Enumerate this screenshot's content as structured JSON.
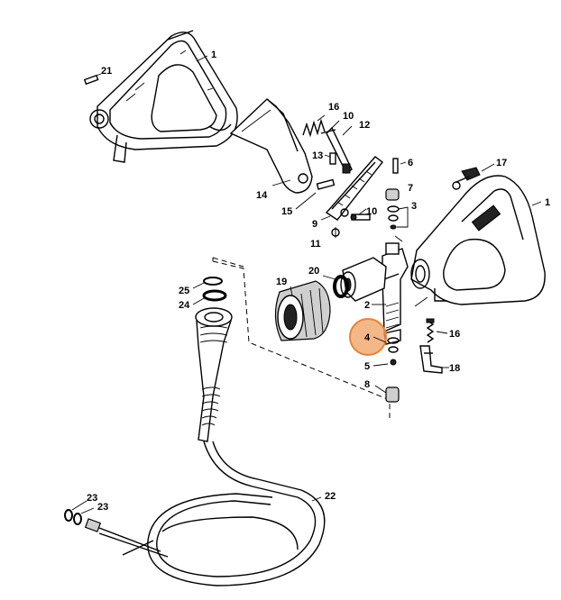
{
  "diagram": {
    "labels": {
      "p1_left": "1",
      "p1_right": "1",
      "p2": "2",
      "p3": "3",
      "p4": "4",
      "p5": "5",
      "p6": "6",
      "p7": "7",
      "p8": "8",
      "p9": "9",
      "p10_top": "10",
      "p10_mid": "10",
      "p11": "11",
      "p12": "12",
      "p13": "13",
      "p14": "14",
      "p15": "15",
      "p16_top": "16",
      "p16_right": "16",
      "p17": "17",
      "p18": "18",
      "p19": "19",
      "p20": "20",
      "p21": "21",
      "p22": "22",
      "p23_a": "23",
      "p23_b": "23",
      "p24": "24",
      "p25": "25"
    },
    "highlight": {
      "color": "#f0a060",
      "stroke": "#e8833a",
      "part": "4"
    }
  }
}
